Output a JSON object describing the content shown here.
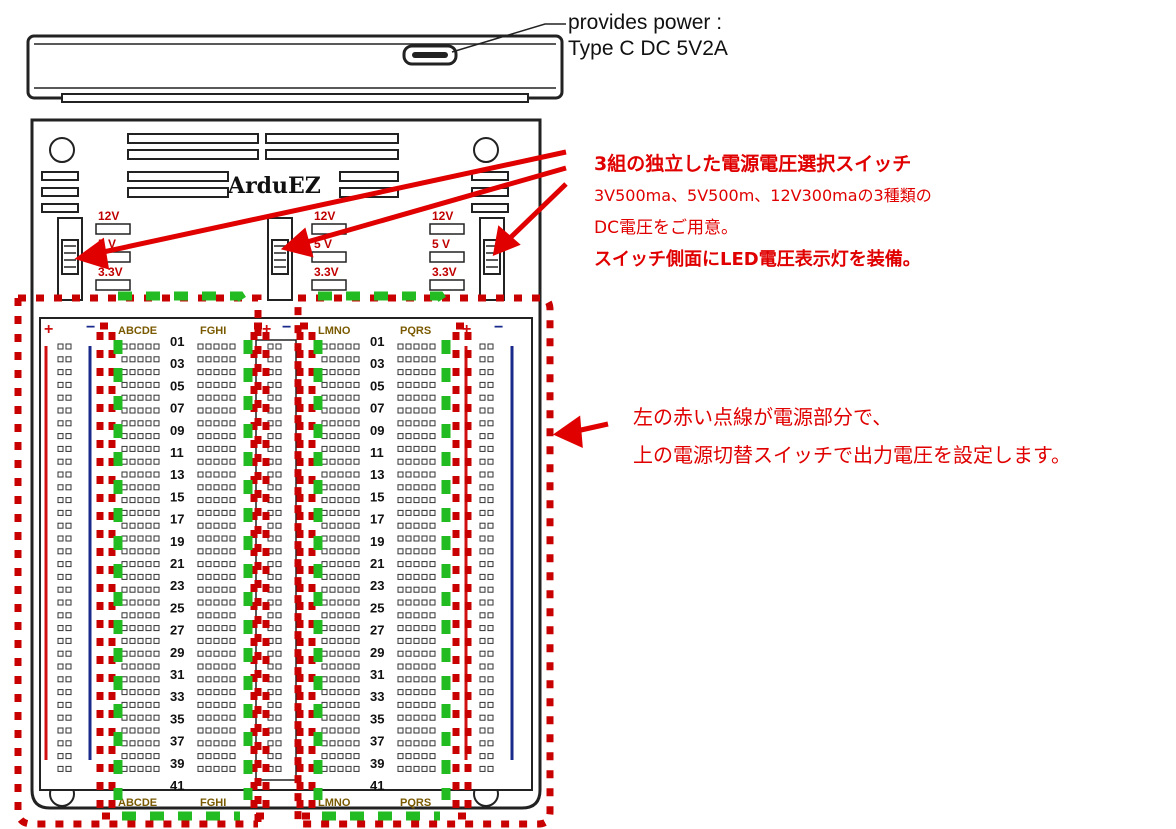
{
  "power_note": {
    "line1": "provides power :",
    "line2": "Type C DC 5V2A"
  },
  "switch_note": {
    "line1": "3組の独立した電源電圧選択スイッチ",
    "line2": "3V500ma、5V500m、12V300maの3種類の",
    "line3": "DC電圧をご用意。",
    "line4": "スイッチ側面にLED電圧表示灯を装備。"
  },
  "power_section_note": {
    "line1": "左の赤い点線が電源部分で、",
    "line2": "上の電源切替スイッチで出力電圧を設定します。"
  },
  "board": {
    "brand": "ArduEZ",
    "voltage_labels": [
      "12V",
      "5 V",
      "3.3V"
    ],
    "left_cols_top": "ABCDE",
    "left_cols_right": "FGHI",
    "right_cols_top": "LMNO",
    "right_cols_right": "PQRS",
    "row_numbers": [
      "01",
      "03",
      "05",
      "07",
      "09",
      "11",
      "13",
      "15",
      "17",
      "19",
      "21",
      "23",
      "25",
      "27",
      "29",
      "31",
      "33",
      "35",
      "37",
      "39",
      "41"
    ],
    "plus": "+",
    "minus": "−"
  },
  "colors": {
    "annotation_red": "#e00000",
    "dash_red": "#c80000",
    "dash_green": "#22bb22",
    "rail_red": "#d01010",
    "rail_blue": "#1a2a8a",
    "outline": "#222222"
  }
}
